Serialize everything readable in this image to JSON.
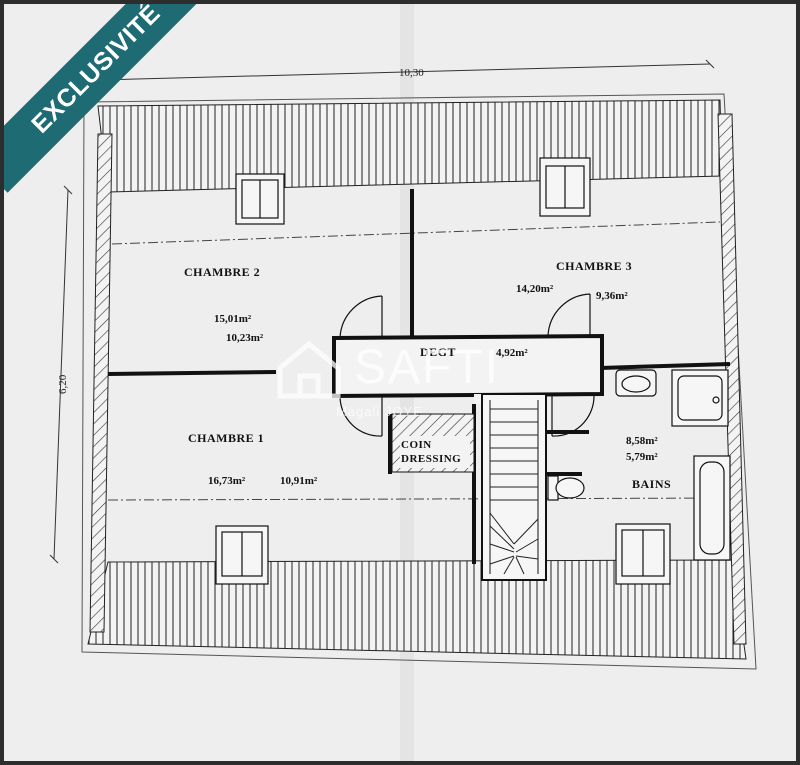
{
  "badge": {
    "label": "EXCLUSIVITÉ",
    "color": "#1f6b73"
  },
  "watermark": {
    "title": "SAFTI",
    "subtitle": "Magali JOYE",
    "icon": "house-icon"
  },
  "plan": {
    "dimensions": {
      "width": "10,30",
      "height": "6,20"
    },
    "rooms": {
      "chambre2": {
        "name": "CHAMBRE 2",
        "area_total": "15,01m²",
        "area_habitable": "10,23m²"
      },
      "chambre3": {
        "name": "CHAMBRE 3",
        "area_total": "14,20m²",
        "area_habitable": "9,36m²"
      },
      "degt": {
        "name": "DEGT",
        "area": "4,92m²"
      },
      "chambre1": {
        "name": "CHAMBRE 1",
        "area_total": "16,73m²",
        "area_habitable": "10,91m²"
      },
      "dressing": {
        "line1": "COIN",
        "line2": "DRESSING"
      },
      "bains": {
        "name": "BAINS",
        "area_total": "8,58m²",
        "area_habitable": "5,79m²"
      }
    }
  }
}
